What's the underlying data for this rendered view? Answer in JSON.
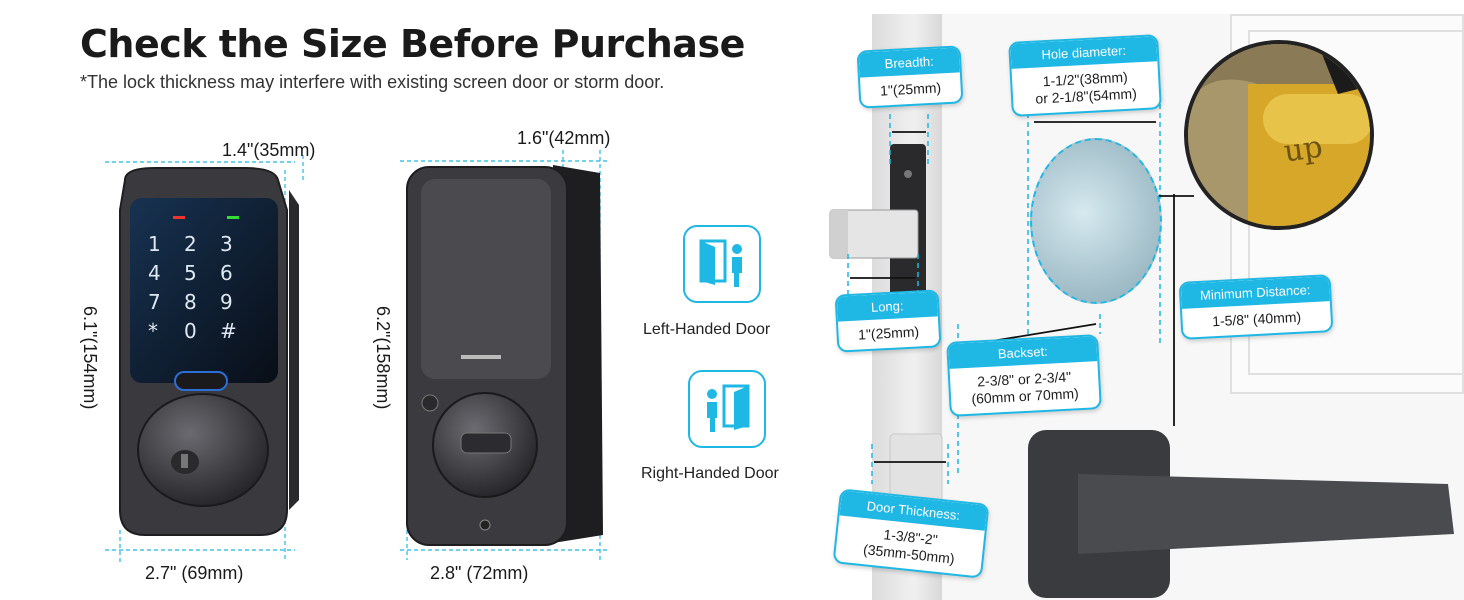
{
  "title": "Check the Size Before Purchase",
  "subtitle": "*The lock thickness may interfere with existing screen door or storm door.",
  "front_lock": {
    "width_dim": "2.7\" (69mm)",
    "height_dim": "6.1\"(154mm)",
    "depth_dim": "1.4\"(35mm)",
    "keypad_keys": [
      "1",
      "2",
      "3",
      "4",
      "5",
      "6",
      "7",
      "8",
      "9",
      "*",
      "0",
      "#"
    ]
  },
  "back_lock": {
    "width_dim": "2.8\" (72mm)",
    "height_dim": "6.2\"(158mm)",
    "depth_dim": "1.6\"(42mm)"
  },
  "handedness": {
    "left_label": "Left-Handed Door",
    "right_label": "Right-Handed Door"
  },
  "measurements": {
    "breadth": {
      "header": "Breadth:",
      "value": "1\"(25mm)"
    },
    "hole_diameter": {
      "header": "Hole diameter:",
      "value_line1": "1-1/2\"(38mm)",
      "value_line2": "or 2-1/8\"(54mm)"
    },
    "long": {
      "header": "Long:",
      "value": "1\"(25mm)"
    },
    "backset": {
      "header": "Backset:",
      "value_line1": "2-3/8\" or 2-3/4\"",
      "value_line2": "(60mm or 70mm)"
    },
    "minimum_distance": {
      "header": "Minimum Distance:",
      "value": "1-5/8\" (40mm)"
    },
    "door_thickness": {
      "header": "Door Thickness:",
      "value_line1": "1-3/8\"-2\"",
      "value_line2": "(35mm-50mm)"
    }
  },
  "zoom_label": "up",
  "colors": {
    "accent": "#1fb7e4",
    "lock_dark": "#2b2b2e",
    "gold": "#d7a72a"
  }
}
